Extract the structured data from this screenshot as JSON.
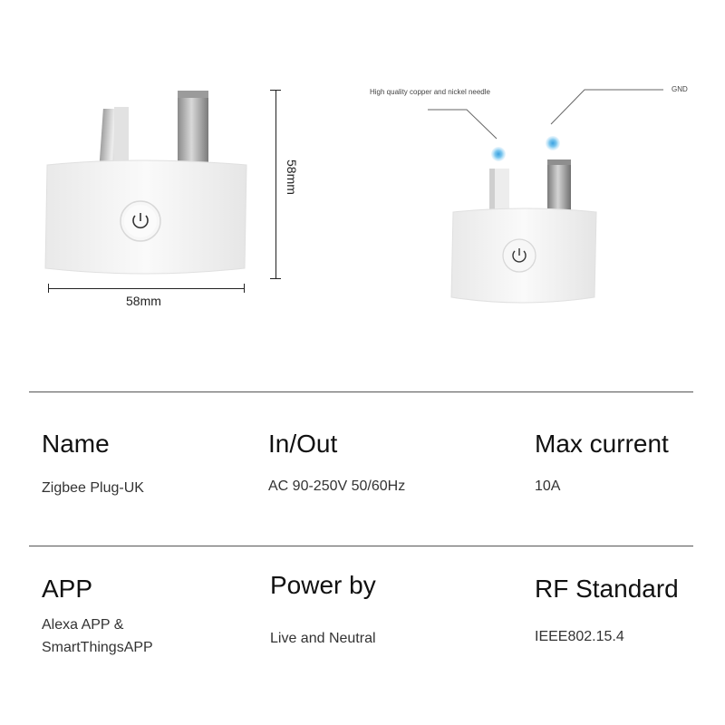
{
  "diagram": {
    "width_label": "58mm",
    "height_label": "58mm",
    "callout_left": "High quality copper and nickel needle",
    "callout_right": "GND"
  },
  "specs": {
    "row1": [
      {
        "title": "Name",
        "value": "Zigbee Plug-UK"
      },
      {
        "title": "In/Out",
        "value": "AC 90-250V 50/60Hz"
      },
      {
        "title": "Max current",
        "value": "10A"
      }
    ],
    "row2": [
      {
        "title": "APP",
        "value_lines": [
          "Alexa APP &",
          "SmartThingsAPP"
        ]
      },
      {
        "title": "Power by",
        "value": "Live and Neutral"
      },
      {
        "title": "RF Standard",
        "value": "IEEE802.15.4"
      }
    ]
  },
  "colors": {
    "plug_body": "#f2f2f2",
    "callout_dot": "#7ec8ef"
  }
}
